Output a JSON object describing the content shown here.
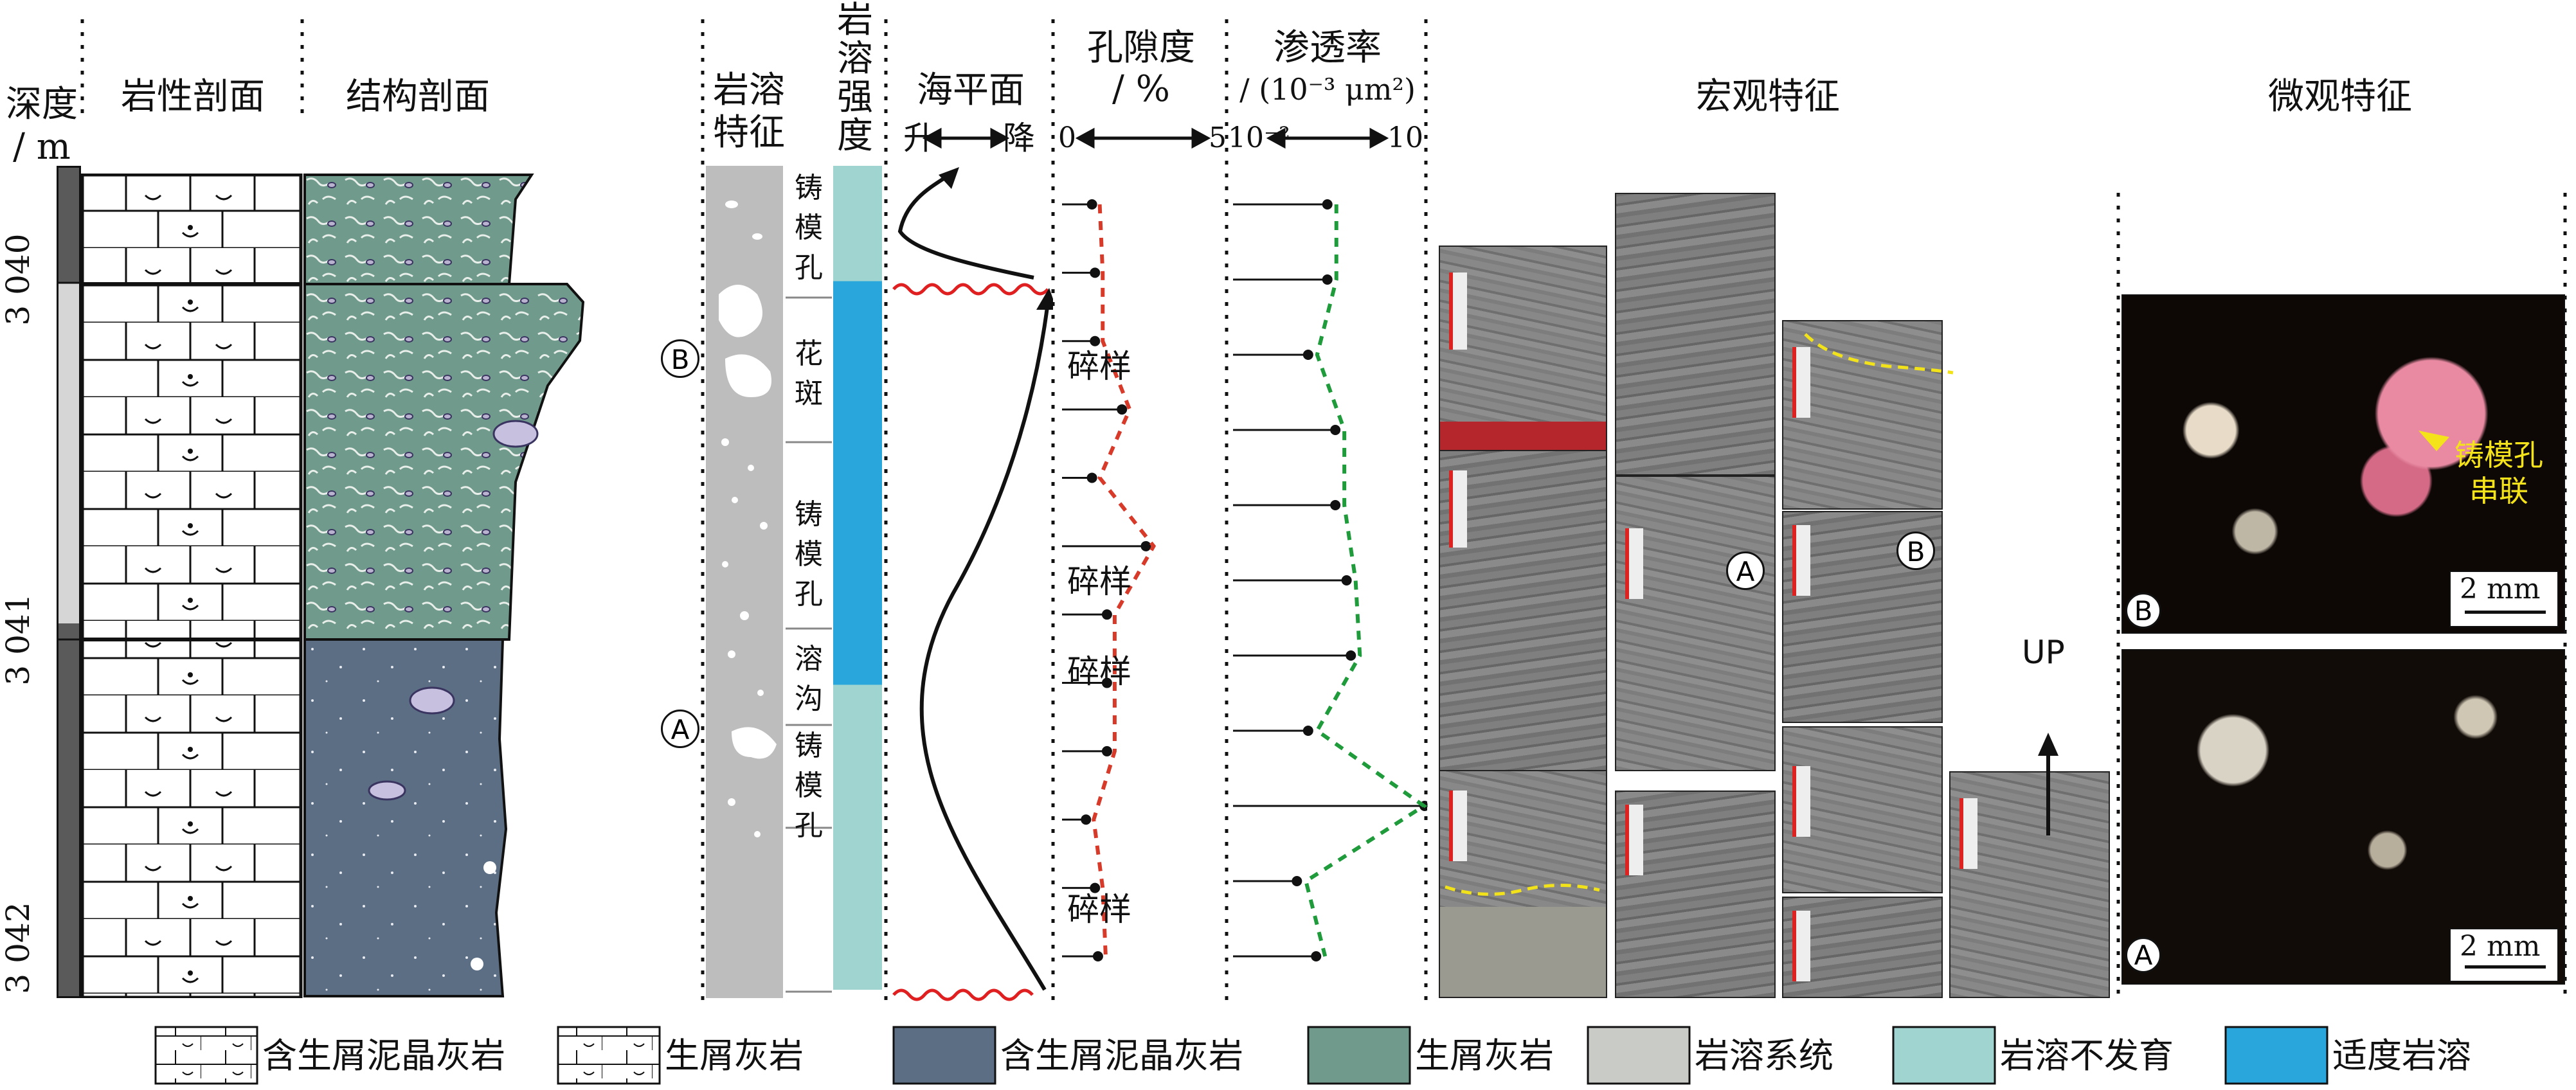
{
  "headers": {
    "depth": "深度\n/ m",
    "lithology_profile": "岩性剖面",
    "structure_profile": "结构剖面",
    "karst_features": "岩溶\n特征",
    "karst_intensity": "岩\n溶\n强\n度",
    "sea_level": "海平面",
    "sea_level_rise": "升",
    "sea_level_fall": "降",
    "porosity": "孔隙度",
    "porosity_unit": "/ %",
    "porosity_min": "0",
    "porosity_max": "5",
    "permeability": "渗透率",
    "permeability_unit": "/ (10⁻³ μm²)",
    "permeability_min": "10⁻²",
    "permeability_max": "10",
    "macro": "宏观特征",
    "micro": "微观特征"
  },
  "depth_ticks": [
    "3 040",
    "3 041",
    "3 042"
  ],
  "karst_feature_cells": [
    "铸\n模\n孔",
    "花\n斑",
    "铸\n模\n孔",
    "溶\n沟",
    "铸\n模\n孔"
  ],
  "sample_labels": [
    "碎样",
    "碎样",
    "碎样",
    "碎样"
  ],
  "markers": {
    "A": "A",
    "B": "B"
  },
  "up_label": "UP",
  "micro_annotation": "铸模孔\n串联",
  "scale_bar": "2 mm",
  "legend": [
    {
      "label": "含生屑泥晶灰岩",
      "pattern": "bio-micrite-brick"
    },
    {
      "label": "生屑灰岩",
      "pattern": "bio-limestone-brick"
    },
    {
      "label": "含生屑泥晶灰岩",
      "pattern": "bio-micrite-blue"
    },
    {
      "label": "生屑灰岩",
      "pattern": "bio-limestone-green"
    },
    {
      "label": "岩溶系统",
      "pattern": "karst-system"
    },
    {
      "label": "岩溶不发育",
      "color": "#9fd4d1"
    },
    {
      "label": "适度岩溶",
      "color": "#29a7dc"
    }
  ],
  "colors": {
    "green_rock": "#6f9a8c",
    "blue_rock": "#5b6e84",
    "karst_none": "#9fd4d1",
    "karst_moderate": "#29a7dc",
    "porosity_curve": "#d83a2a",
    "permeability_curve": "#1f9b3c",
    "sea_level_wave": "#e02020"
  },
  "chart_data": {
    "type": "line",
    "porosity": {
      "xlim": [
        0,
        5
      ],
      "samples": [
        1.0,
        1.1,
        1.1,
        2.0,
        1.0,
        2.8,
        1.5,
        1.5,
        1.5,
        0.8,
        1.1,
        1.2
      ]
    },
    "permeability": {
      "xlim": [
        0.01,
        10
      ],
      "scale": "log",
      "samples": [
        0.3,
        0.3,
        0.15,
        0.4,
        0.4,
        0.6,
        0.7,
        0.15,
        10,
        0.1,
        0.2
      ]
    }
  }
}
